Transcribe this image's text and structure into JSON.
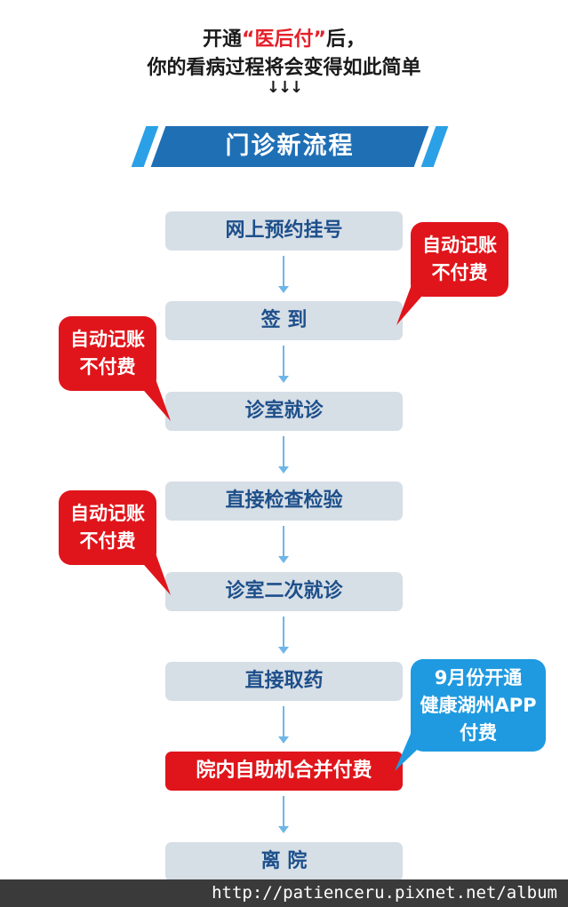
{
  "intro": {
    "line1_prefix": "开通",
    "line1_highlight": "“医后付”",
    "line1_suffix": "后，",
    "line2": "你的看病过程将会变得如此简单",
    "line3": "↓↓↓"
  },
  "banner": {
    "title": "门诊新流程"
  },
  "steps": [
    {
      "label": "网上预约挂号"
    },
    {
      "label": "签 到"
    },
    {
      "label": "诊室就诊"
    },
    {
      "label": "直接检查检验"
    },
    {
      "label": "诊室二次就诊"
    },
    {
      "label": "直接取药"
    },
    {
      "label": "院内自助机合并付费"
    },
    {
      "label": "离 院"
    }
  ],
  "bubbles": [
    {
      "lines": [
        "自动记账",
        "不付费"
      ]
    },
    {
      "lines": [
        "自动记账",
        "不付费"
      ]
    },
    {
      "lines": [
        "自动记账",
        "不付费"
      ]
    },
    {
      "lines": [
        "9月份开通",
        "健康湖州APP",
        "付费"
      ]
    }
  ],
  "footer": {
    "watermark": "http://patienceru.pixnet.net/album"
  },
  "colors": {
    "step_bg": "#d6dee6",
    "step_text": "#1d4f8a",
    "highlight_red": "#e0151b",
    "bubble_blue": "#1f9ae0",
    "banner_blue": "#1f6fb5",
    "arrow_blue": "#6fb6e6"
  }
}
